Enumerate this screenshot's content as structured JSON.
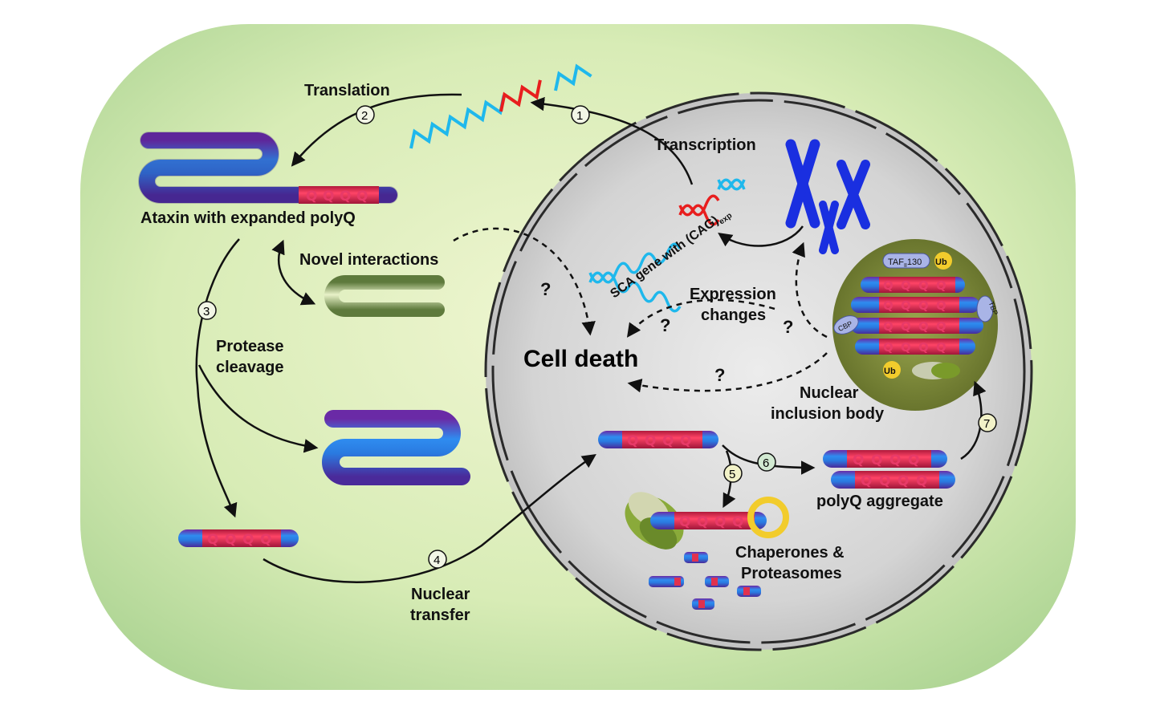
{
  "labels": {
    "translation": "Translation",
    "transcription": "Transcription",
    "ataxin": "Ataxin with expanded polyQ",
    "novel_interactions": "Novel interactions",
    "protease_1": "Protease",
    "protease_2": "cleavage",
    "expression_1": "Expression",
    "expression_2": "changes",
    "cell_death": "Cell death",
    "nuclear_inclusion_1": "Nuclear",
    "nuclear_inclusion_2": "inclusion body",
    "polyq_aggregate": "polyQ aggregate",
    "chaperones_1": "Chaperones &",
    "chaperones_2": "Proteasomes",
    "nuclear_transfer_1": "Nuclear",
    "nuclear_transfer_2": "transfer",
    "sca_gene": "SCA gene with (CAG)",
    "sca_gene_sub": "exp",
    "question": "?",
    "taf": "TAF",
    "taf_sub": "II",
    "taf_num": "130",
    "ub": "Ub",
    "tbp": "TBP",
    "cbp": "CBP",
    "q_letter": "Q"
  },
  "steps": [
    "1",
    "2",
    "3",
    "4",
    "5",
    "6",
    "7"
  ],
  "colors": {
    "cell_bg": "#cfe6b0",
    "nucleus_bg": "#d2d2d2",
    "protein_blue": "#2a7fe0",
    "protein_purple": "#5a2f9a",
    "polyq_red": "#e0314f",
    "rna_cyan": "#1fb8ec",
    "rna_red": "#e81e1e",
    "chromosome_blue": "#1a2fe0",
    "inclusion_green": "#7c8a3c",
    "ub_yellow": "#f2cc2c"
  }
}
